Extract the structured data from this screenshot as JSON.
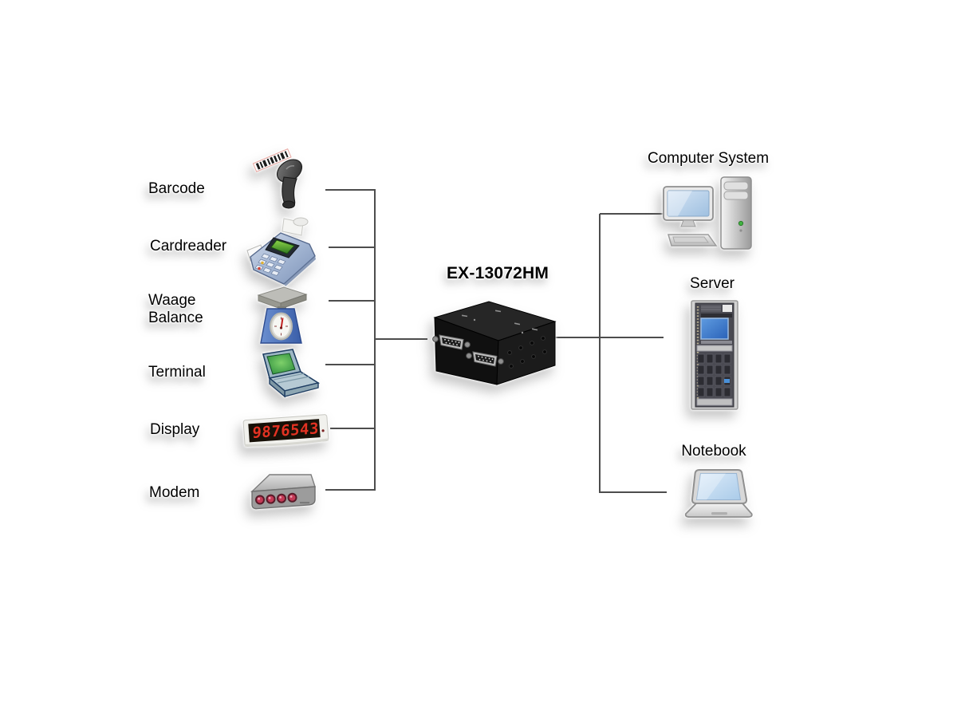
{
  "diagram": {
    "background": "#ffffff",
    "line_color": "#4d4d4d",
    "hub": {
      "model": "EX-13072HM"
    },
    "peripherals": [
      {
        "label": "Barcode",
        "icon": "barcode-scanner-icon"
      },
      {
        "label": "Cardreader",
        "icon": "card-reader-icon"
      },
      {
        "label": "Waage Balance",
        "icon": "kitchen-scale-icon"
      },
      {
        "label": "Terminal",
        "icon": "terminal-icon"
      },
      {
        "label": "Display",
        "icon": "seven-segment-display-icon",
        "value": "9876543"
      },
      {
        "label": "Modem",
        "icon": "modem-icon"
      }
    ],
    "hosts": [
      {
        "label": "Computer System",
        "icon": "desktop-computer-icon"
      },
      {
        "label": "Server",
        "icon": "server-rack-icon"
      },
      {
        "label": "Notebook",
        "icon": "notebook-icon"
      }
    ],
    "colors": {
      "display_digits": "#e23222",
      "scale_body": "#4a6fb5",
      "terminal_screen": "#35a435",
      "notebook_screen": "#bcd6ee"
    }
  }
}
